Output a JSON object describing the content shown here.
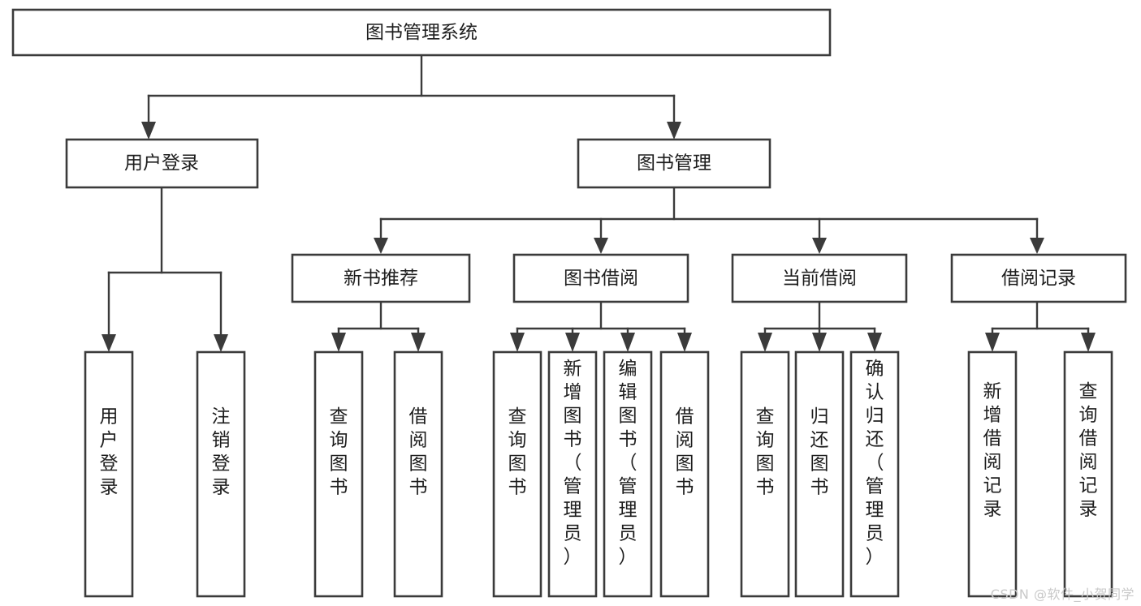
{
  "diagram": {
    "title": "图书管理系统",
    "type": "tree",
    "watermark": "CSDN @软件_小贺同学",
    "colors": {
      "box_stroke": "#3b3b3b",
      "box_fill": "#ffffff",
      "connector": "#3b3b3b",
      "text": "#1d1d1d",
      "watermark": "#c9c9c9",
      "background": "#ffffff"
    },
    "root": {
      "label": "图书管理系统"
    },
    "level1": [
      {
        "label": "用户登录"
      },
      {
        "label": "图书管理"
      }
    ],
    "level2": [
      {
        "label": "新书推荐"
      },
      {
        "label": "图书借阅"
      },
      {
        "label": "当前借阅"
      },
      {
        "label": "借阅记录"
      }
    ],
    "leaves": {
      "user_login": [
        {
          "label": "用户登录"
        },
        {
          "label": "注销登录"
        }
      ],
      "new_book_recommend": [
        {
          "label": "查询图书"
        },
        {
          "label": "借阅图书"
        }
      ],
      "book_borrow": [
        {
          "label": "查询图书"
        },
        {
          "label": "新增图书（管理员）"
        },
        {
          "label": "编辑图书（管理员）"
        },
        {
          "label": "借阅图书"
        }
      ],
      "current_borrow": [
        {
          "label": "查询图书"
        },
        {
          "label": "归还图书"
        },
        {
          "label": "确认归还（管理员）"
        }
      ],
      "borrow_record": [
        {
          "label": "新增借阅记录"
        },
        {
          "label": "查询借阅记录"
        }
      ]
    }
  }
}
